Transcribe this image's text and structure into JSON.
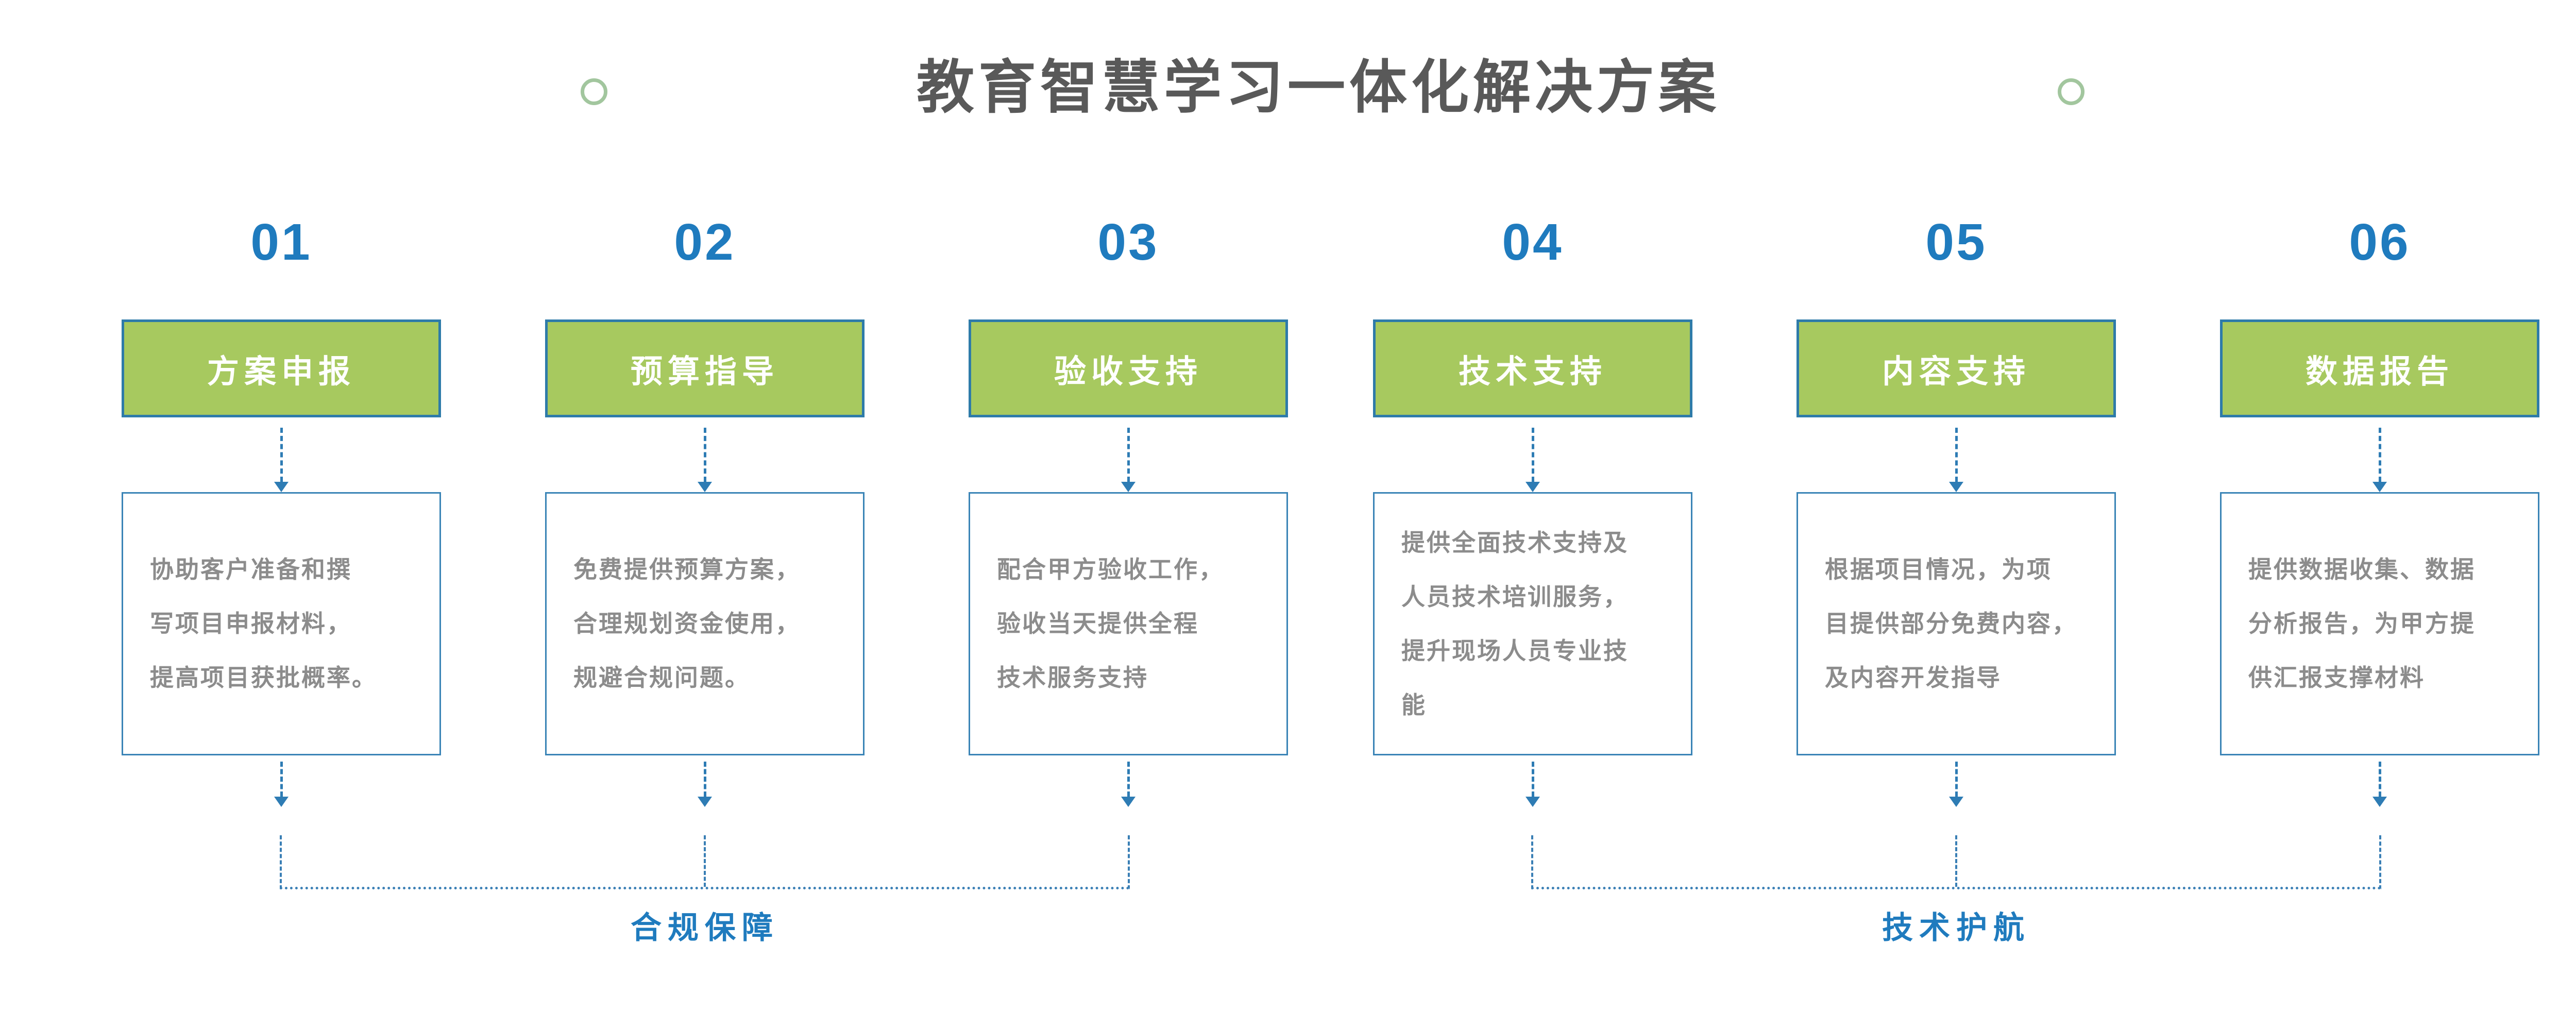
{
  "title": "教育智慧学习一体化解决方案",
  "colors": {
    "background": "#ffffff",
    "accent_blue": "#1f7bbe",
    "title_gray": "#595959",
    "desc_gray": "#8c8c8c",
    "green_fill": "#a7c95f",
    "green_border": "#2e7ba9",
    "arrow_blue": "#2e7cb4",
    "desc_border": "#3a84b6",
    "bracket_blue": "#3a7fb5",
    "ring_green": "#a2c69e"
  },
  "icons": {
    "left_ring": "circle-ring",
    "right_ring": "circle-ring",
    "step_arrow": "dashed-arrow-down"
  },
  "groups": [
    {
      "label": "合规保障",
      "steps": [
        {
          "number": "01",
          "header": "方案申报",
          "desc_lines": [
            "协助客户准备和撰",
            "写项目申报材料，",
            "提高项目获批概率。"
          ]
        },
        {
          "number": "02",
          "header": "预算指导",
          "desc_lines": [
            "免费提供预算方案，",
            "合理规划资金使用，",
            "规避合规问题。"
          ]
        },
        {
          "number": "03",
          "header": "验收支持",
          "desc_lines": [
            "配合甲方验收工作，",
            "验收当天提供全程",
            "技术服务支持"
          ]
        }
      ]
    },
    {
      "label": "技术护航",
      "steps": [
        {
          "number": "04",
          "header": "技术支持",
          "desc_lines": [
            "提供全面技术支持及",
            "人员技术培训服务，",
            "提升现场人员专业技",
            "能"
          ]
        },
        {
          "number": "05",
          "header": "内容支持",
          "desc_lines": [
            "根据项目情况，为项",
            "目提供部分免费内容，",
            "及内容开发指导"
          ]
        },
        {
          "number": "06",
          "header": "数据报告",
          "desc_lines": [
            "提供数据收集、数据",
            "分析报告，为甲方提",
            "供汇报支撑材料"
          ]
        }
      ]
    }
  ]
}
